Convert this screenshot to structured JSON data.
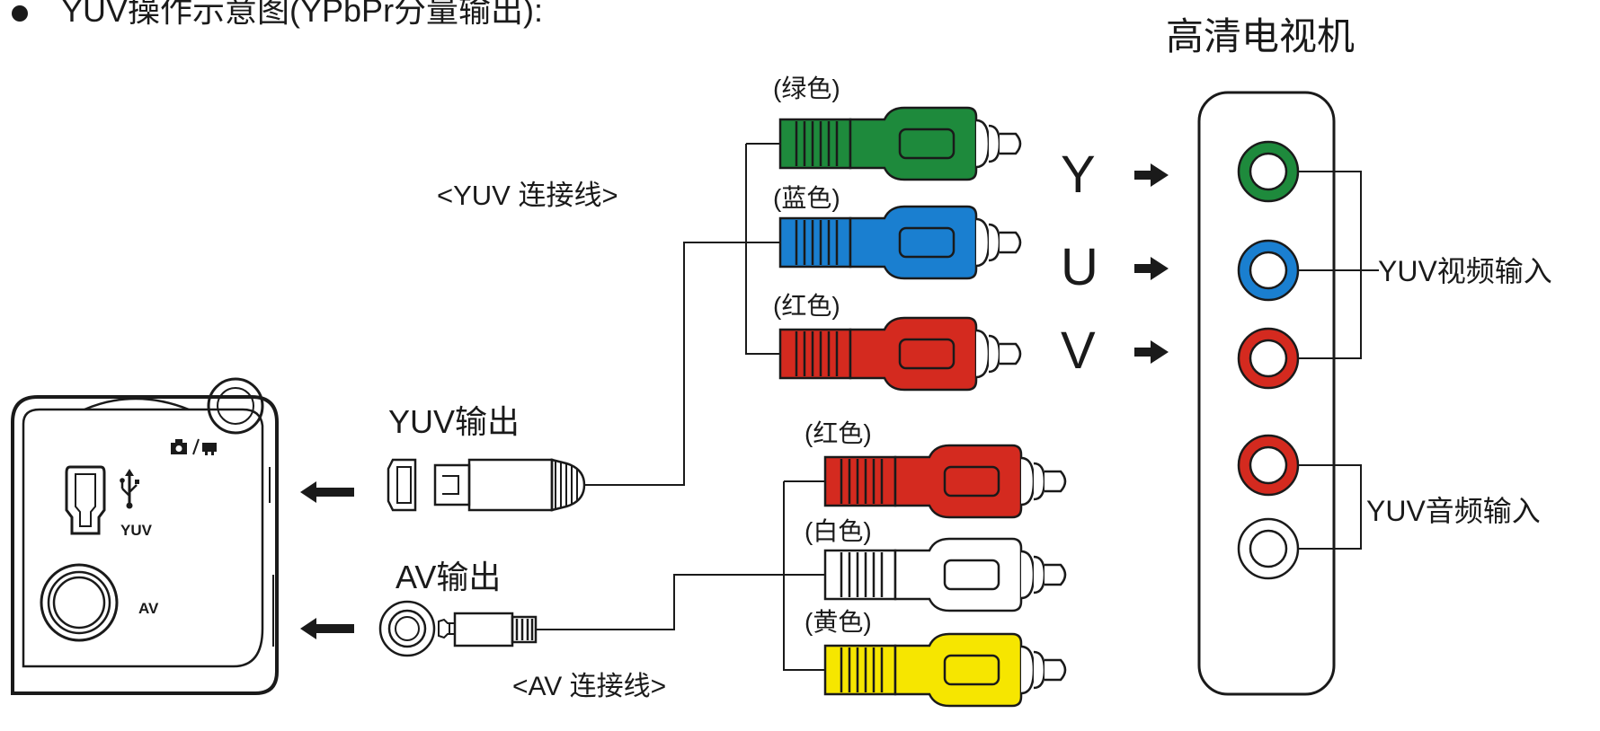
{
  "title": "YUV操作示意图(YPbPr分量输出):",
  "tv": {
    "label": "高清电视机"
  },
  "camera": {
    "yuv_port_label": "YUV",
    "av_port_label": "AV"
  },
  "outputs": {
    "yuv_output_label": "YUV输出",
    "av_output_label": "AV输出"
  },
  "cables": {
    "yuv_cable_label": "<YUV 连接线>",
    "av_cable_label": "<AV 连接线>"
  },
  "yuv_plugs": [
    {
      "label": "(绿色)",
      "color": "#1e8a3c"
    },
    {
      "label": "(蓝色)",
      "color": "#1a7fd0"
    },
    {
      "label": "(红色)",
      "color": "#d42a1f"
    }
  ],
  "av_plugs": [
    {
      "label": "(红色)",
      "color": "#d42a1f"
    },
    {
      "label": "(白色)",
      "color": "#ffffff"
    },
    {
      "label": "(黄色)",
      "color": "#f6e600"
    }
  ],
  "channels": [
    {
      "letter": "Y"
    },
    {
      "letter": "U"
    },
    {
      "letter": "V"
    }
  ],
  "tv_inputs": {
    "video_label": "YUV视频输入",
    "audio_label": "YUV音频输入"
  },
  "jack_colors": {
    "green": "#1e8a3c",
    "blue": "#1a7fd0",
    "red": "#d42a1f",
    "white": "#ffffff"
  }
}
